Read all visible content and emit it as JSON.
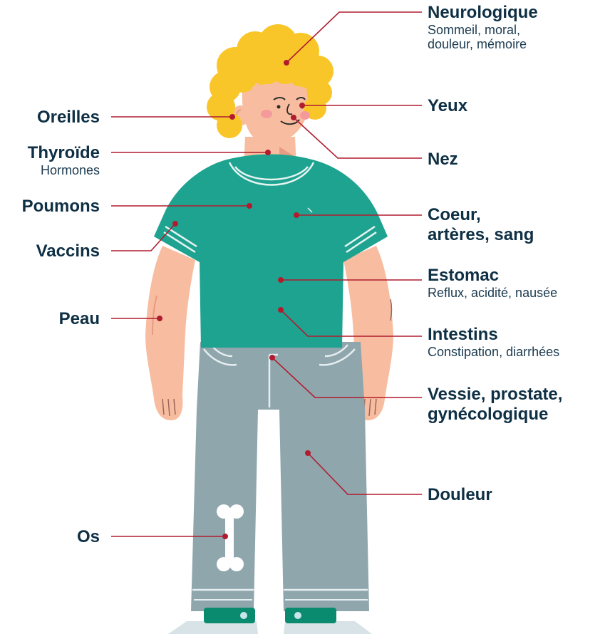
{
  "colors": {
    "leader": "#b01c2e",
    "shirt": "#1fa391",
    "pants": "#8fa6ad",
    "skin": "#f8bda0",
    "hair": "#f9c62a",
    "shoes": "#0a8a6e",
    "text": "#0e2f44"
  },
  "labels": {
    "neurologique": {
      "title": "Neurologique",
      "sub1": "Sommeil, moral,",
      "sub2": "douleur, mémoire"
    },
    "yeux": {
      "title": "Yeux"
    },
    "nez": {
      "title": "Nez"
    },
    "coeur": {
      "line1": "Coeur,",
      "line2": "artères, sang"
    },
    "estomac": {
      "title": "Estomac",
      "sub": "Reflux, acidité, nausée"
    },
    "intestins": {
      "title": "Intestins",
      "sub": "Constipation, diarrhées"
    },
    "vessie": {
      "line1": "Vessie, prostate,",
      "line2": "gynécologique"
    },
    "douleur": {
      "title": "Douleur"
    },
    "oreilles": {
      "title": "Oreilles"
    },
    "thyroide": {
      "title": "Thyroïde",
      "sub": "Hormones"
    },
    "poumons": {
      "title": "Poumons"
    },
    "vaccins": {
      "title": "Vaccins"
    },
    "peau": {
      "title": "Peau"
    },
    "os": {
      "title": "Os"
    }
  }
}
